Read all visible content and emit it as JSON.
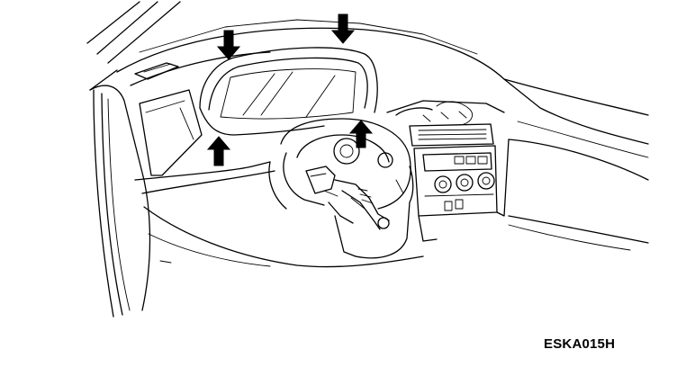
{
  "figure": {
    "code": "ESKA015H"
  },
  "callouts": [
    {
      "name": "arrow-cluster-top-left",
      "direction": "down"
    },
    {
      "name": "arrow-cluster-top-right",
      "direction": "down"
    },
    {
      "name": "arrow-cluster-bottom-left",
      "direction": "up"
    },
    {
      "name": "arrow-cluster-bottom-right",
      "direction": "up"
    }
  ],
  "colors": {
    "ink": "#000000",
    "background": "#ffffff"
  }
}
